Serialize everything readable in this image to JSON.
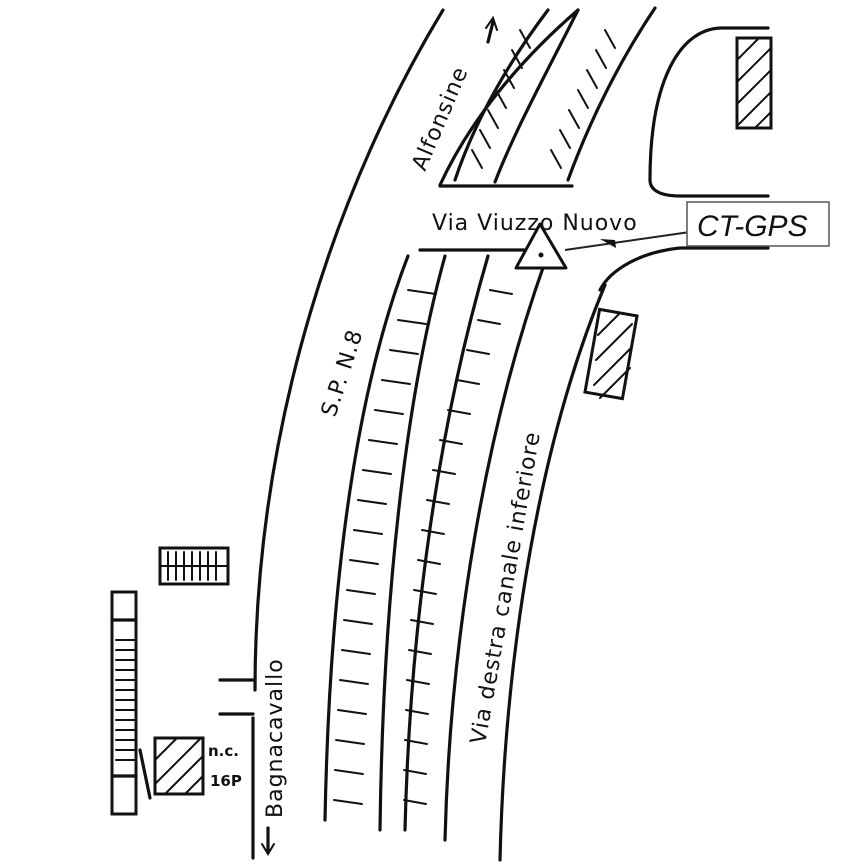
{
  "map": {
    "road_labels": {
      "via_viuzzo_nuovo": "Via Viuzzo Nuovo",
      "alfonsine": "Alfonsine",
      "sp_n8": "S.P. N.8",
      "via_destra_canale_inferiore": "Via destra canale inferiore",
      "bagnacavallo": "Bagnacavallo"
    },
    "building_label": {
      "line1": "n.c.",
      "line2": "16P"
    },
    "station": {
      "label": "CT-GPS"
    }
  }
}
